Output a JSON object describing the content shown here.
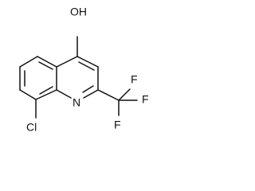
{
  "diagram": {
    "labels": {
      "hydroxyl": "OH",
      "nitrogen": "N",
      "chlorine": "Cl",
      "fluorine_top": "F",
      "fluorine_right": "F",
      "fluorine_bottom": "F"
    }
  }
}
